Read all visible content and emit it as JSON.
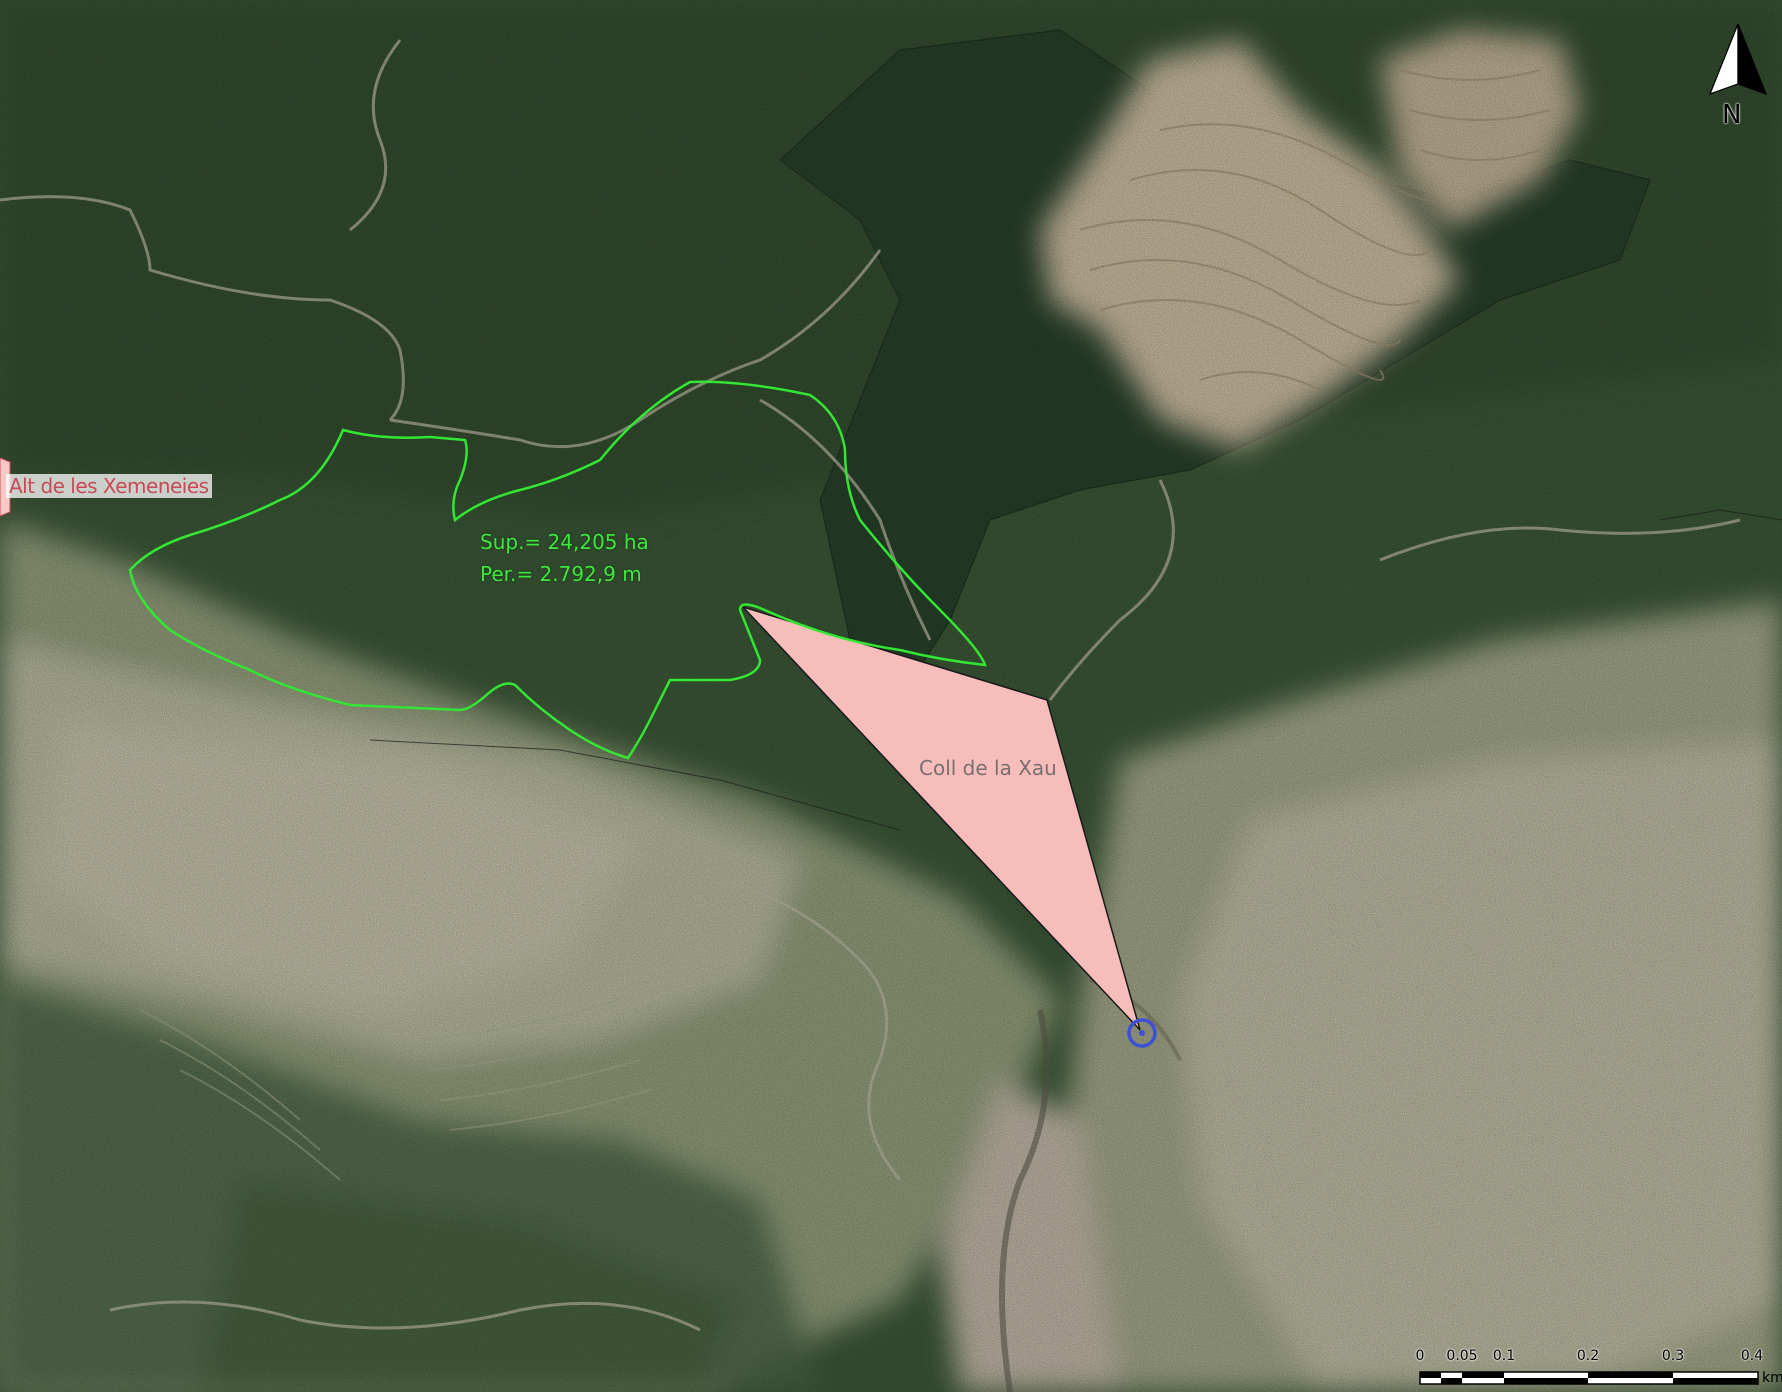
{
  "map": {
    "colors": {
      "forest_dark": "#2e4a2c",
      "forest_mid": "#3f5e3a",
      "scrub_light": "#a7ab8f",
      "bare_ground": "#c9c2b0",
      "measure_outline": "#33e633",
      "viewshed_fill": "#f6bdbb",
      "observer_marker": "#3d4fd6"
    },
    "labels": {
      "alt_de_les_xemeneies": "Alt de les Xemeneies",
      "coll_de_la_xau": "Coll de la Xau"
    },
    "measurement": {
      "area_text": "Sup.= 24,205 ha",
      "perimeter_text": "Per.= 2.792,9 m"
    },
    "north_arrow": {
      "letter": "N",
      "icon": "north-arrow-icon"
    },
    "scale_bar": {
      "ticks": [
        "0",
        "0.05",
        "0.1",
        "0.2",
        "0.3",
        "0.4"
      ],
      "unit": "km"
    }
  }
}
